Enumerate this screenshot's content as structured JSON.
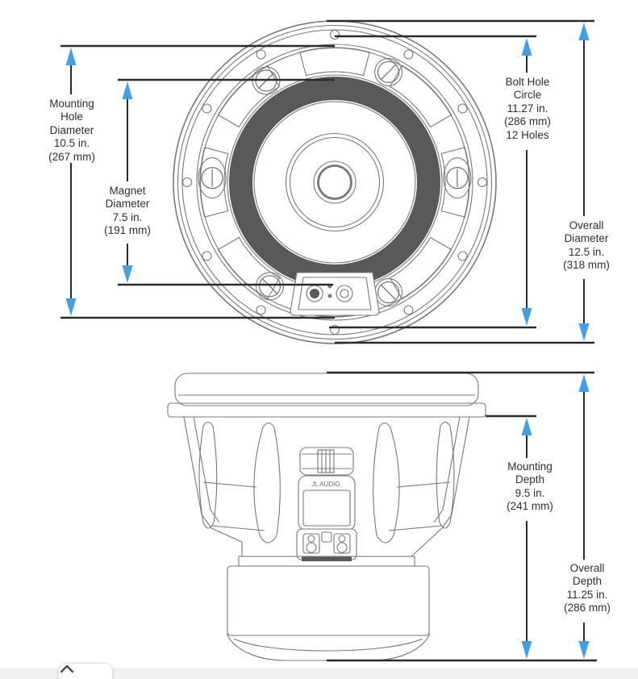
{
  "page": {
    "background": "#ffffff",
    "footer_strip_color": "#f1f1f4"
  },
  "colors": {
    "arrow": "#41a0ea",
    "dimension_line": "#2b2b2b",
    "drawing_line": "#77787b",
    "surround_ring": "#58595b",
    "label_text": "#2f2f31"
  },
  "diagram": {
    "top_view": {
      "labels": {
        "mounting_hole": "Mounting\nHole\nDiameter\n10.5 in.\n(267 mm)",
        "magnet": "Magnet\nDiameter\n7.5 in.\n(191 mm)",
        "bolt_hole": "Bolt Hole\nCircle\n11.27 in.\n(286 mm)\n12 Holes",
        "overall_diameter": "Overall\nDiameter\n12.5 in.\n(318 mm)"
      }
    },
    "side_view": {
      "badge_text": "JL AUDIO.",
      "labels": {
        "mounting_depth": "Mounting\nDepth\n9.5 in.\n(241 mm)",
        "overall_depth": "Overall\nDepth\n11.25 in.\n(286 mm)"
      }
    },
    "measurements": {
      "mounting_hole_diameter": {
        "in": "10.5 in.",
        "mm": "267 mm"
      },
      "magnet_diameter": {
        "in": "7.5 in.",
        "mm": "191 mm"
      },
      "bolt_hole_circle": {
        "in": "11.27 in.",
        "mm": "286 mm",
        "holes": "12 Holes"
      },
      "overall_diameter": {
        "in": "12.5 in.",
        "mm": "318 mm"
      },
      "mounting_depth": {
        "in": "9.5 in.",
        "mm": "241 mm"
      },
      "overall_depth": {
        "in": "11.25 in.",
        "mm": "286 mm"
      }
    }
  },
  "footer": {
    "scroll_button_icon": "chevron-up"
  }
}
